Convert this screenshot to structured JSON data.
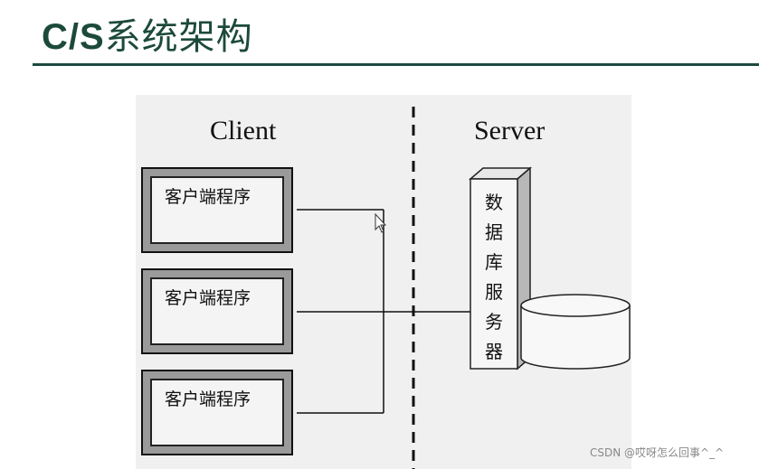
{
  "title": {
    "latin": "C/S",
    "chinese": "系统架构"
  },
  "labels": {
    "client": "Client",
    "server": "Server"
  },
  "clients": [
    {
      "label": "客户端程序"
    },
    {
      "label": "客户端程序"
    },
    {
      "label": "客户端程序"
    }
  ],
  "server": {
    "db_server_chars": [
      "数",
      "据",
      "库",
      "服",
      "务",
      "器"
    ]
  },
  "watermark": "CSDN @哎呀怎么回事^_^",
  "colors": {
    "title": "#1c4a3a",
    "rule": "#1e4a40",
    "panel": "#f0f0f0"
  }
}
